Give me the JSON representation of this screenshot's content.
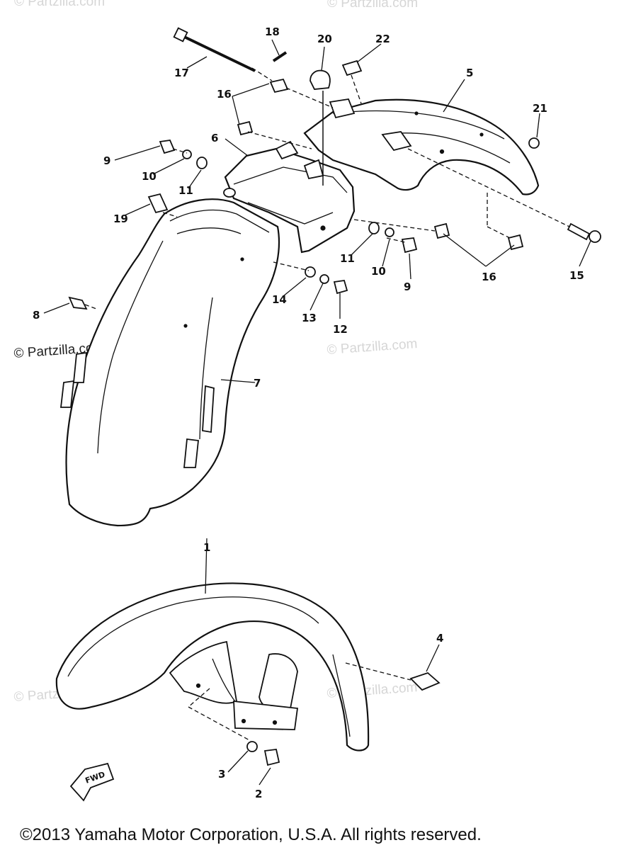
{
  "watermarks": [
    "© Partzilla.com",
    "© Partzilla.com",
    "© Partzilla.com",
    "© Partzilla.com",
    "© Partzilla.com",
    "© Partzilla.com"
  ],
  "watermark_dark": "© Partzilla.com",
  "fwd_label": "FWD",
  "copyright": "©2013 Yamaha Motor Corporation, U.S.A. All rights reserved.",
  "callouts": [
    "1",
    "2",
    "3",
    "4",
    "5",
    "6",
    "7",
    "8",
    "9",
    "9",
    "10",
    "10",
    "11",
    "11",
    "12",
    "13",
    "14",
    "15",
    "16",
    "16",
    "17",
    "18",
    "19",
    "20",
    "21",
    "22"
  ]
}
